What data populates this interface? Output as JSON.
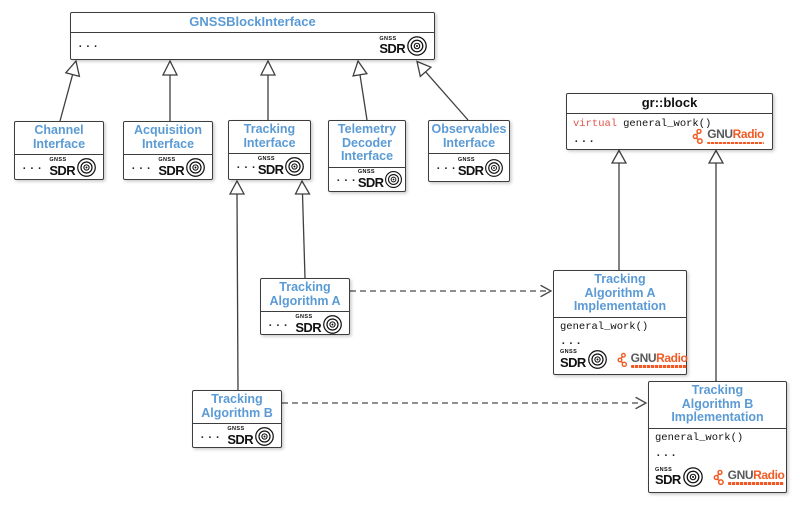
{
  "diagram_title": "GNSS-SDR block architecture UML class diagram",
  "colors": {
    "title_blue": "#5b9bd5",
    "border_dark": "#3d3d3d",
    "virtual_red": "#e0564a",
    "gnuradio_orange": "#f15a24",
    "gnuradio_gray": "#58595b"
  },
  "logos": {
    "gnss_sdr": {
      "small": "GNSS",
      "main": "SDR"
    },
    "gnuradio": {
      "gnu": "GNU",
      "radio": "Radio"
    }
  },
  "boxes": {
    "gnss_block_interface": {
      "title": "GNSSBlockInterface",
      "members": "..."
    },
    "channel_interface": {
      "title": "Channel\nInterface",
      "members": "..."
    },
    "acquisition_interface": {
      "title": "Acquisition\nInterface",
      "members": "..."
    },
    "tracking_interface": {
      "title": "Tracking\nInterface",
      "members": "..."
    },
    "telemetry_decoder_interface": {
      "title": "Telemetry\nDecoder\nInterface",
      "members": "..."
    },
    "observables_interface": {
      "title": "Observables\nInterface",
      "members": "..."
    },
    "gr_block": {
      "title": "gr::block",
      "keyword": "virtual",
      "method": "general_work()",
      "members": "..."
    },
    "tracking_algorithm_a": {
      "title": "Tracking\nAlgorithm A",
      "members": "..."
    },
    "tracking_algorithm_b": {
      "title": "Tracking\nAlgorithm B",
      "members": "..."
    },
    "tracking_algorithm_a_impl": {
      "title": "Tracking\nAlgorithm A\nImplementation",
      "method": "general_work()",
      "members": "..."
    },
    "tracking_algorithm_b_impl": {
      "title": "Tracking\nAlgorithm B\nImplementation",
      "method": "general_work()",
      "members": "..."
    }
  },
  "relationships": [
    "ChannelInterface --|> GNSSBlockInterface",
    "AcquisitionInterface --|> GNSSBlockInterface",
    "TrackingInterface --|> GNSSBlockInterface",
    "TelemetryDecoderInterface --|> GNSSBlockInterface",
    "ObservablesInterface --|> GNSSBlockInterface",
    "TrackingAlgorithmA --|> TrackingInterface",
    "TrackingAlgorithmB --|> TrackingInterface",
    "TrackingAlgorithmAImplementation --|> gr::block",
    "TrackingAlgorithmBImplementation --|> gr::block",
    "TrackingAlgorithmA ..> TrackingAlgorithmAImplementation",
    "TrackingAlgorithmB ..> TrackingAlgorithmBImplementation"
  ]
}
